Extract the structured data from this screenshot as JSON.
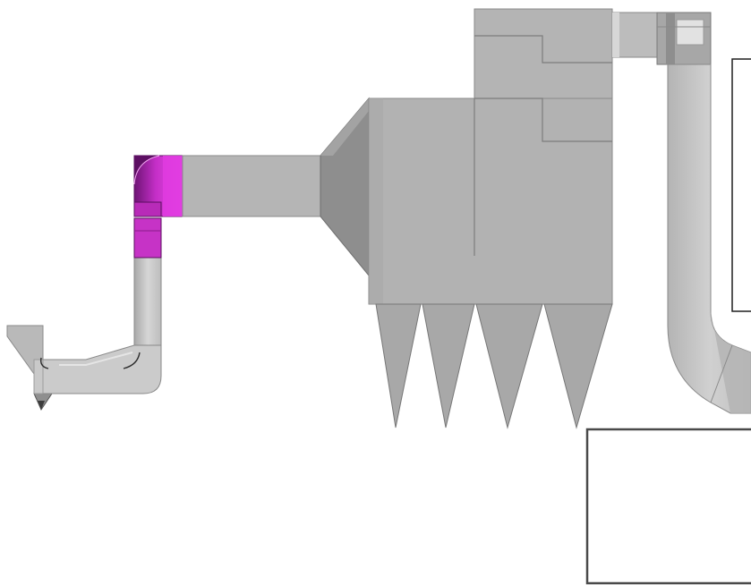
{
  "view": {
    "background": "#ffffff",
    "colors": {
      "duct": "#c8c8c8",
      "duct_edge": "#8a8a8a",
      "body": "#b2b2b2",
      "body_dark": "#979797",
      "hopper": "#a5a5a5",
      "highlight": "#d238d2",
      "highlight_dark": "#7d1a80",
      "outline": "#4a4a4a"
    }
  },
  "components": [
    {
      "name": "cyclone-separator",
      "kind": "separator"
    },
    {
      "name": "duct-elbow-left",
      "kind": "duct"
    },
    {
      "name": "riser-duct",
      "kind": "duct"
    },
    {
      "name": "highlighted-elbow",
      "kind": "fitting",
      "selected": true
    },
    {
      "name": "inlet-duct",
      "kind": "duct"
    },
    {
      "name": "transition-cone",
      "kind": "transition"
    },
    {
      "name": "baghouse-body",
      "kind": "housing"
    },
    {
      "name": "clean-air-plenum",
      "kind": "housing"
    },
    {
      "name": "hopper",
      "kind": "hopper",
      "count": 4
    },
    {
      "name": "outlet-duct",
      "kind": "duct"
    },
    {
      "name": "exhaust-duct",
      "kind": "duct"
    },
    {
      "name": "upper-right-box",
      "kind": "outline"
    },
    {
      "name": "lower-right-box",
      "kind": "outline"
    }
  ]
}
